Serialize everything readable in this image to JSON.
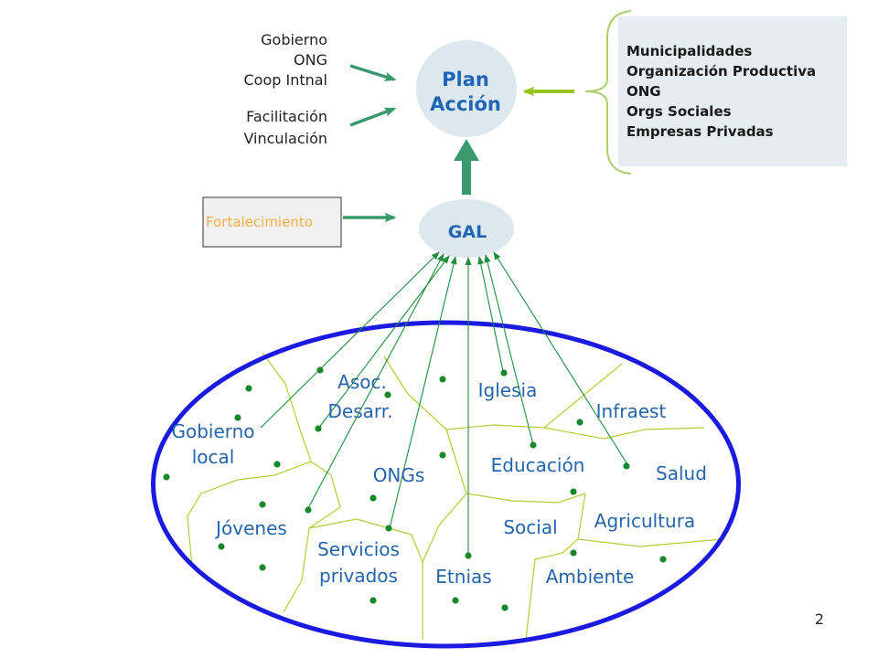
{
  "plan_accion": {
    "line1": "Plan",
    "line2": "Acción"
  },
  "gal": {
    "label": "GAL"
  },
  "external_inputs": {
    "group1": [
      "Gobierno",
      "ONG",
      "Coop Intnal"
    ],
    "group2": [
      "Facilitación",
      "Vinculación"
    ]
  },
  "fortalecimiento": {
    "label": "Fortalecimiento"
  },
  "stakeholders": [
    "Municipalidades",
    "Organización Productiva",
    "ONG",
    "Orgs Sociales",
    "Empresas Privadas"
  ],
  "sectors": {
    "gobierno_local": [
      "Gobierno",
      "local"
    ],
    "asoc_desarr": [
      "Asoc.",
      "Desarr."
    ],
    "iglesia": "Iglesia",
    "infraest": "Infraest",
    "educacion": "Educación",
    "ongs": "ONGs",
    "salud": "Salud",
    "jovenes": "Jóvenes",
    "social": "Social",
    "agricultura": "Agricultura",
    "servicios_privados": [
      "Servicios",
      "privados"
    ],
    "etnias": "Etnias",
    "ambiente": "Ambiente"
  },
  "page_number": "2",
  "colors": {
    "ring_blue": "#1a1ae0",
    "divider": "#b6cb38",
    "connector_green": "#1e8e3e",
    "dot_green": "#17892b",
    "flow_green": "#3a9a6d",
    "feedback_green": "#98c31e",
    "brace_green": "#a9cf6f",
    "node_fill": "#dce8ed",
    "node_text": "#1f64b6",
    "sector_text": "#2563ab",
    "box_fill": "#e6edf1",
    "fortalecimiento_text": "#f2b04a"
  }
}
